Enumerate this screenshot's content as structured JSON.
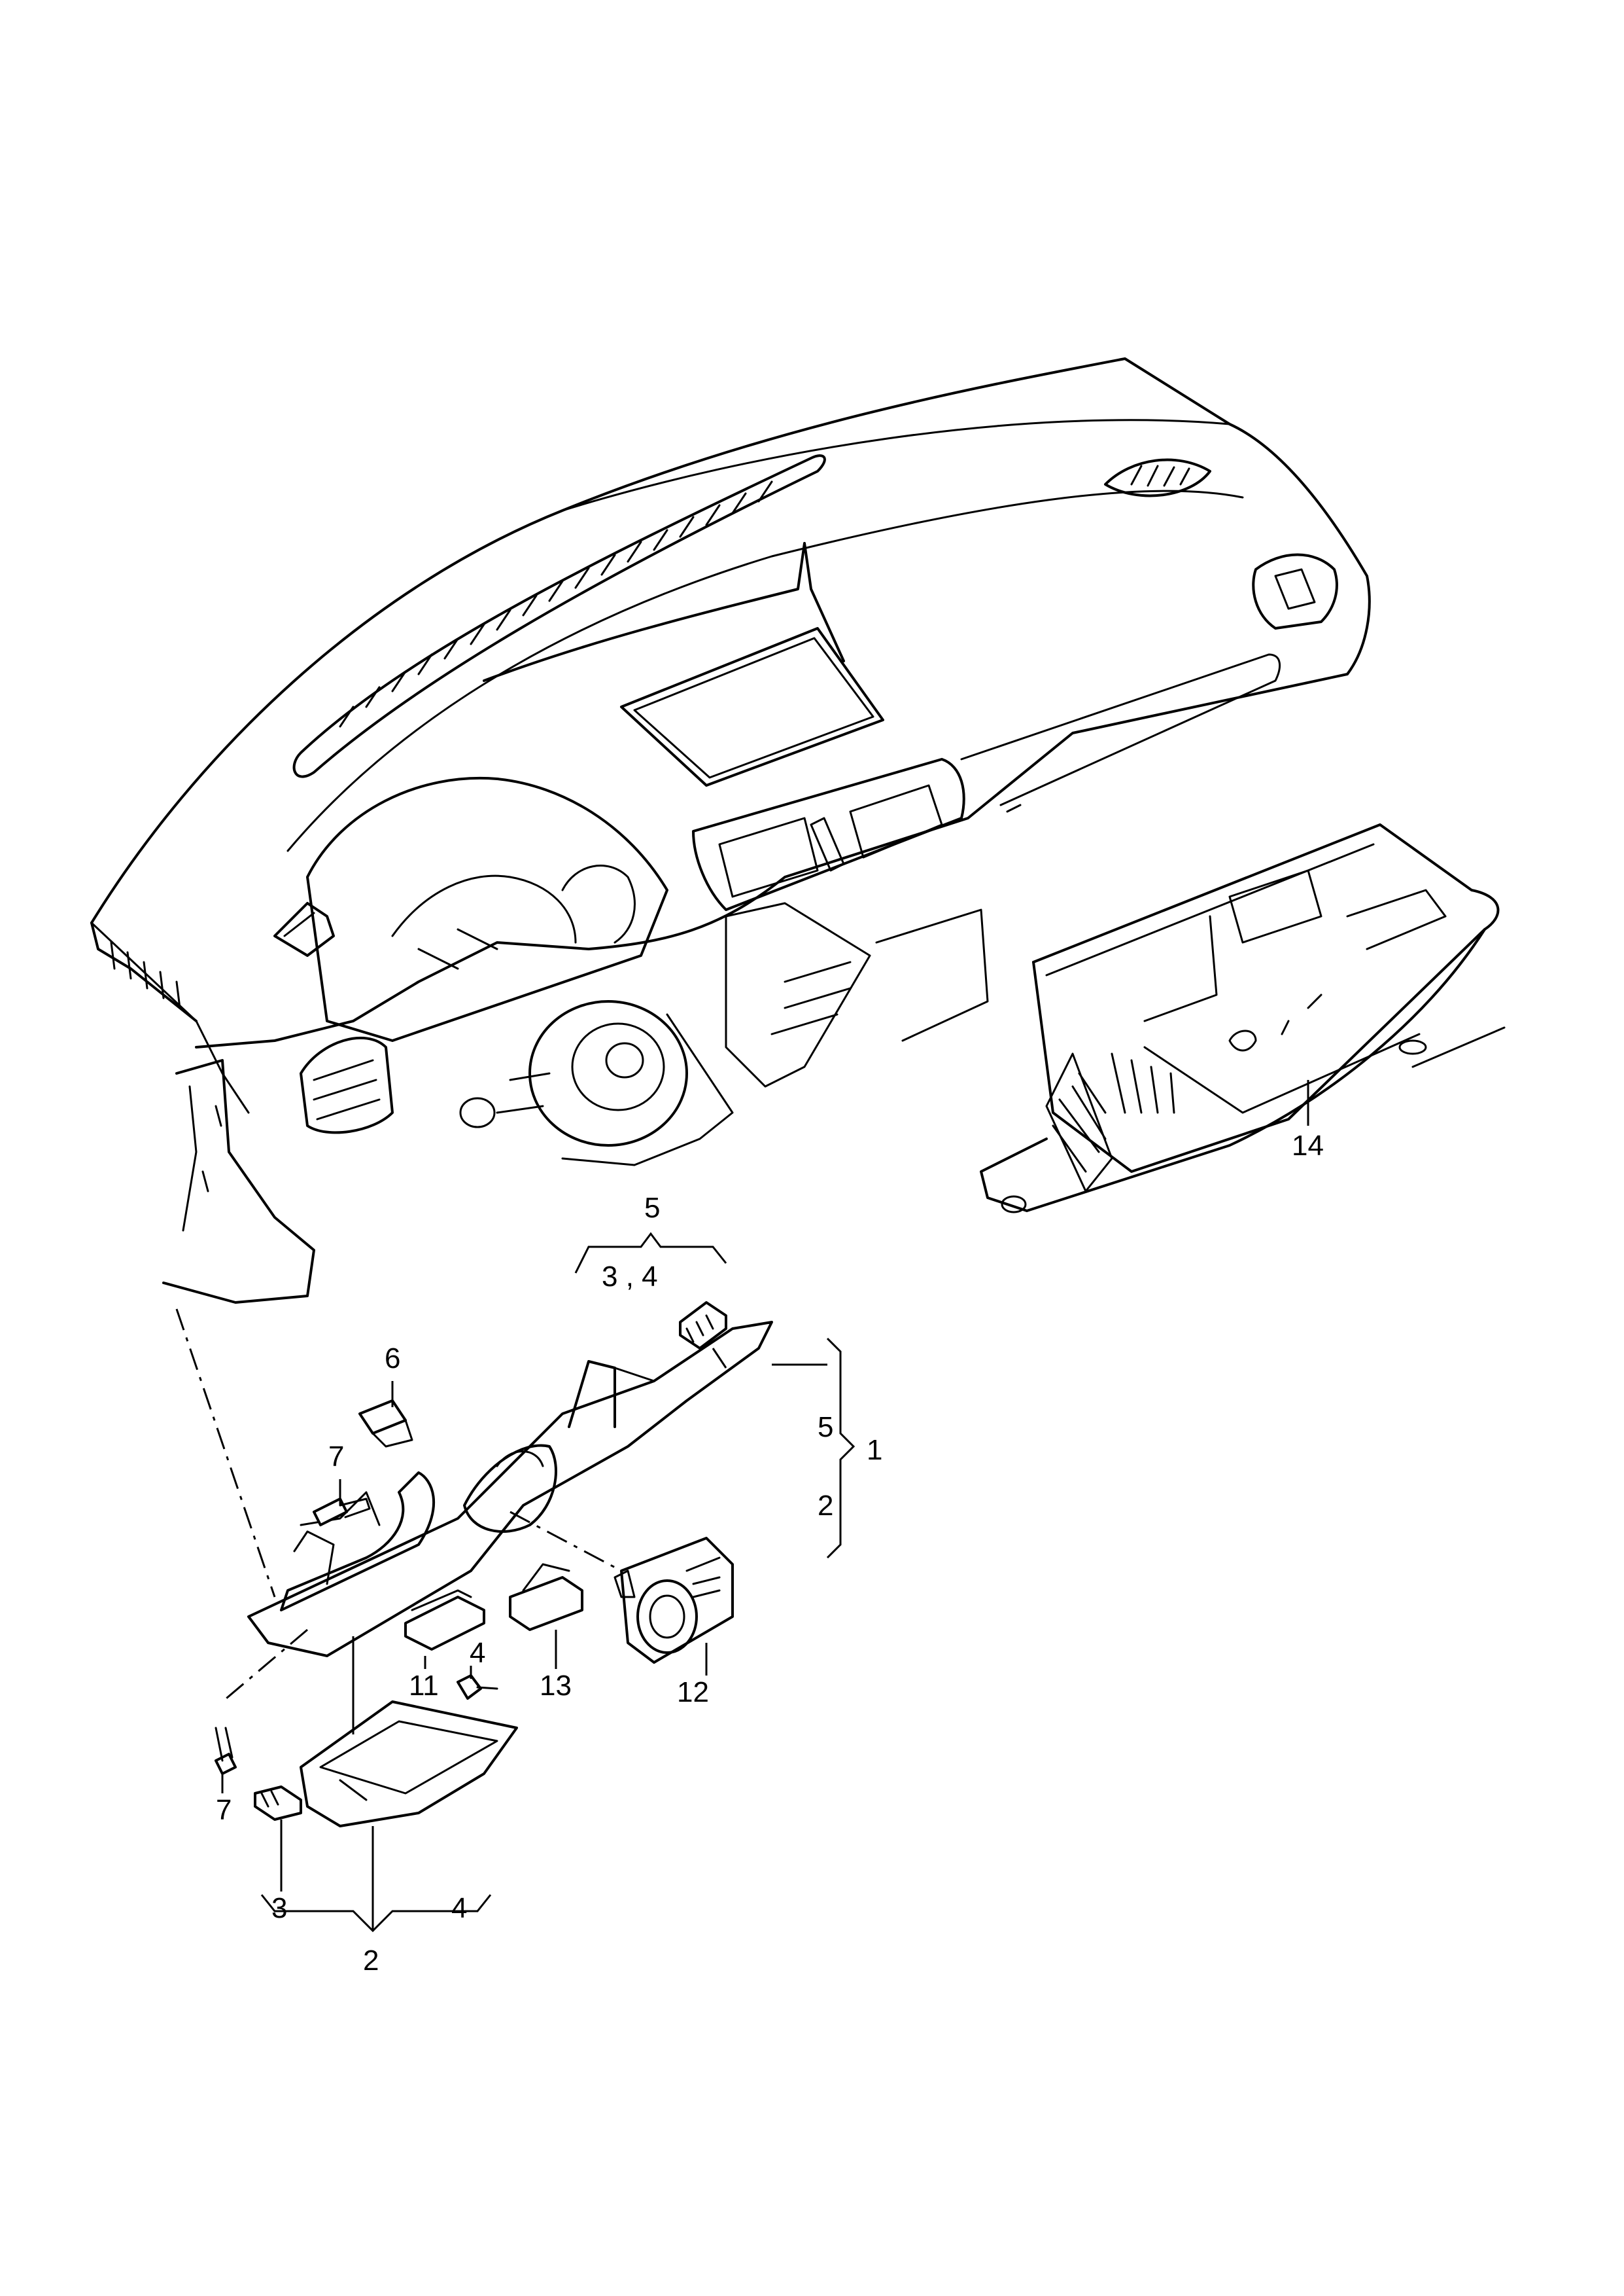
{
  "callouts": {
    "c1": "1",
    "c2_right": "2",
    "c2_bottom": "2",
    "c3": "3",
    "c3_4": "3 , 4",
    "c4_screw": "4",
    "c4_bottom": "4",
    "c5_top": "5",
    "c5_right": "5",
    "c6": "6",
    "c7_upper": "7",
    "c7_lower": "7",
    "c11": "11",
    "c12": "12",
    "c13": "13",
    "c14": "14"
  }
}
